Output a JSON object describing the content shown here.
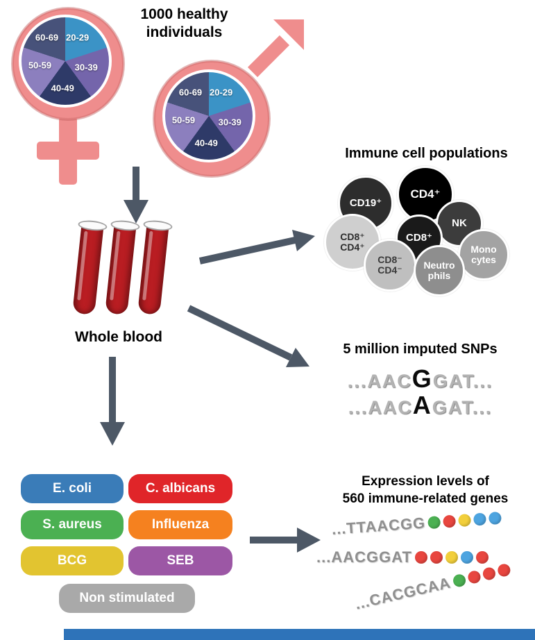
{
  "header": {
    "title": "1000 healthy\nindividuals"
  },
  "demographics": {
    "symbol_color": "#ef8d8d",
    "segments": [
      {
        "label": "20-29",
        "color": "#3b93c6"
      },
      {
        "label": "30-39",
        "color": "#7465ab"
      },
      {
        "label": "40-49",
        "color": "#2e3a68"
      },
      {
        "label": "50-59",
        "color": "#8c7fbe"
      },
      {
        "label": "60-69",
        "color": "#47527a"
      }
    ]
  },
  "blood": {
    "label": "Whole blood"
  },
  "immune_cells": {
    "title": "Immune cell populations",
    "cells": [
      {
        "label": "CD19⁺",
        "color": "#2d2d2d",
        "text_color": "#ffffff"
      },
      {
        "label": "CD4⁺",
        "color": "#000000",
        "text_color": "#ffffff"
      },
      {
        "label": "NK",
        "color": "#3c3c3c",
        "text_color": "#ffffff"
      },
      {
        "label": "CD8⁺\nCD4⁺",
        "color": "#cfcfcf",
        "text_color": "#2d2d2d"
      },
      {
        "label": "CD8⁺",
        "color": "#1a1a1a",
        "text_color": "#ffffff"
      },
      {
        "label": "Mono\ncytes",
        "color": "#a3a3a3",
        "text_color": "#ffffff"
      },
      {
        "label": "CD8⁻\nCD4⁻",
        "color": "#bfbfbf",
        "text_color": "#3a3a3a"
      },
      {
        "label": "Neutro\nphils",
        "color": "#8e8e8e",
        "text_color": "#ffffff"
      }
    ]
  },
  "snps": {
    "title": "5 million imputed SNPs",
    "sequences": [
      {
        "pre": "...AAC",
        "emph": "G",
        "post": "GAT..."
      },
      {
        "pre": "...AAC",
        "emph": "A",
        "post": "GAT..."
      }
    ]
  },
  "stimuli": {
    "items": [
      {
        "label": "E. coli",
        "color": "#3a7cb8"
      },
      {
        "label": "C. albicans",
        "color": "#e02529"
      },
      {
        "label": "S. aureus",
        "color": "#4bb052"
      },
      {
        "label": "Influenza",
        "color": "#f5811f"
      },
      {
        "label": "BCG",
        "color": "#e2c430"
      },
      {
        "label": "SEB",
        "color": "#9c57a5"
      },
      {
        "label": "Non stimulated",
        "color": "#a9a9a9"
      }
    ]
  },
  "expression": {
    "title": "Expression levels of\n560 immune-related genes",
    "rows": [
      {
        "seq": "...TTAACGG",
        "dots": [
          "#4bb052",
          "#e8463f",
          "#f2cf3b",
          "#4da4e0",
          "#4da4e0"
        ]
      },
      {
        "seq": "...AACGGAT",
        "dots": [
          "#e8463f",
          "#e8463f",
          "#f2cf3b",
          "#4da4e0",
          "#e8463f"
        ]
      },
      {
        "seq": "...CACGCAA",
        "dots": [
          "#4bb052",
          "#e8463f",
          "#e8463f",
          "#e8463f"
        ]
      }
    ]
  },
  "accents": {
    "arrow_color": "#4d5866",
    "tube_fill": "#b91d22",
    "bottom_bar_color": "#2e73b9"
  }
}
